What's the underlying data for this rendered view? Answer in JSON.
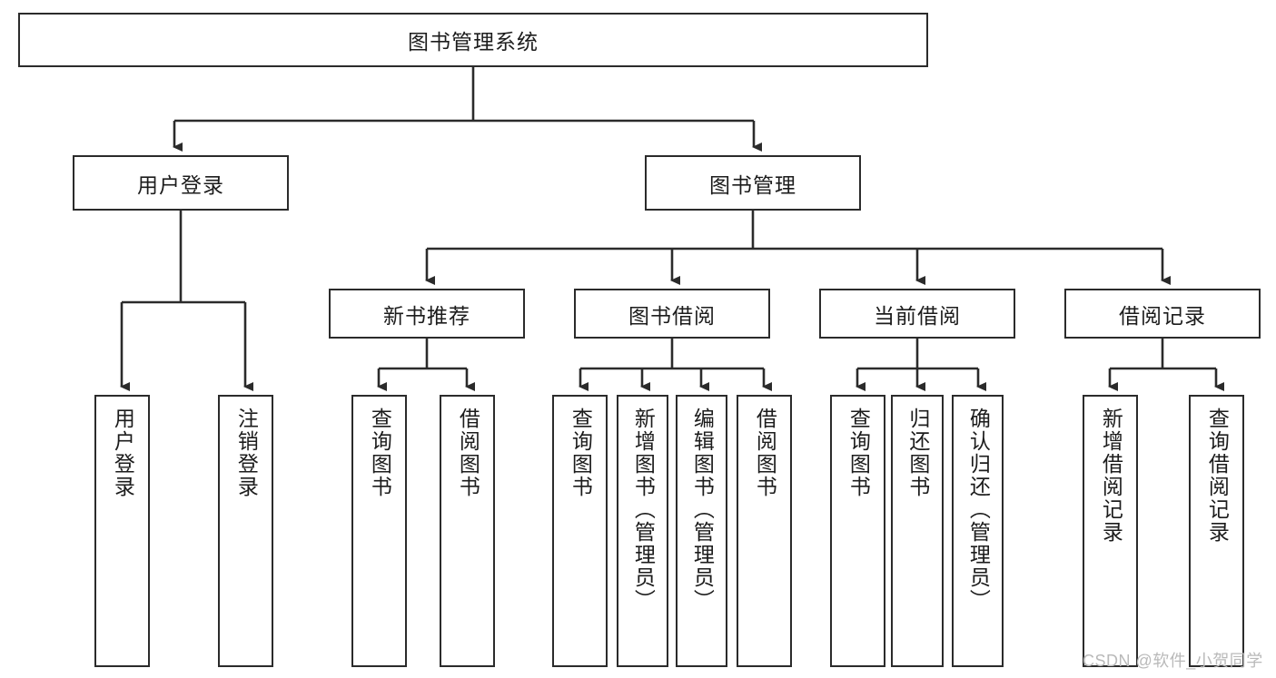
{
  "diagram": {
    "type": "tree",
    "title": "图书管理系统",
    "root": {
      "label": "图书管理系统"
    },
    "level1": [
      {
        "label": "用户登录"
      },
      {
        "label": "图书管理"
      }
    ],
    "level2": [
      {
        "label": "新书推荐",
        "parent": "图书管理"
      },
      {
        "label": "图书借阅",
        "parent": "图书管理"
      },
      {
        "label": "当前借阅",
        "parent": "图书管理"
      },
      {
        "label": "借阅记录",
        "parent": "图书管理"
      }
    ],
    "leaves": {
      "user_login": [
        {
          "label": "用户登录"
        },
        {
          "label": "注销登录"
        }
      ],
      "new_book_recommend": [
        {
          "label": "查询图书"
        },
        {
          "label": "借阅图书"
        }
      ],
      "book_borrow": [
        {
          "label": "查询图书"
        },
        {
          "label": "新增图书（管理员）"
        },
        {
          "label": "编辑图书（管理员）"
        },
        {
          "label": "借阅图书"
        }
      ],
      "current_borrow": [
        {
          "label": "查询图书"
        },
        {
          "label": "归还图书"
        },
        {
          "label": "确认归还（管理员）"
        }
      ],
      "borrow_record": [
        {
          "label": "新增借阅记录"
        },
        {
          "label": "查询借阅记录"
        }
      ]
    }
  },
  "watermark": {
    "text": "CSDN @软件_小贺同学"
  },
  "colors": {
    "border": "#2b2b2b",
    "background": "#ffffff",
    "text": "#1c1c1c",
    "watermark": "#b9b9b9"
  }
}
